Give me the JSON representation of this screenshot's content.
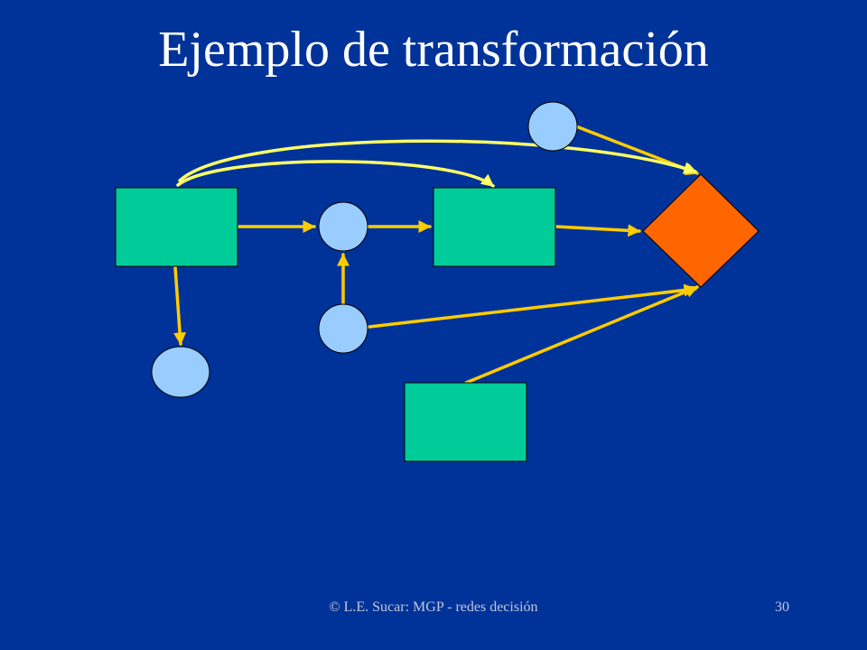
{
  "slide": {
    "title": "Ejemplo de transformación",
    "footer": "© L.E. Sucar: MGP - redes decisión",
    "page_number": "30"
  },
  "colors": {
    "background": "#003399",
    "decision_node": "#00cc99",
    "chance_node": "#99ccff",
    "utility_node": "#ff6600",
    "arc": "#ffcc00",
    "arc_highlight": "#ffff66",
    "node_border": "#000000"
  },
  "diagram": {
    "nodes": [
      {
        "id": "decision-1",
        "kind": "decision"
      },
      {
        "id": "decision-2",
        "kind": "decision"
      },
      {
        "id": "decision-3",
        "kind": "decision"
      },
      {
        "id": "chance-top",
        "kind": "chance"
      },
      {
        "id": "chance-middle",
        "kind": "chance"
      },
      {
        "id": "chance-lower",
        "kind": "chance"
      },
      {
        "id": "chance-bottom-left",
        "kind": "chance"
      },
      {
        "id": "utility",
        "kind": "utility"
      }
    ],
    "arcs": [
      {
        "from": "decision-1",
        "to": "chance-middle"
      },
      {
        "from": "chance-middle",
        "to": "decision-2"
      },
      {
        "from": "decision-2",
        "to": "utility"
      },
      {
        "from": "chance-lower",
        "to": "chance-middle"
      },
      {
        "from": "chance-lower",
        "to": "utility"
      },
      {
        "from": "decision-3",
        "to": "utility"
      },
      {
        "from": "chance-top",
        "to": "utility"
      },
      {
        "from": "decision-1",
        "to": "chance-bottom-left"
      },
      {
        "from": "decision-1",
        "to": "decision-2",
        "curved": true
      },
      {
        "from": "decision-1",
        "to": "utility",
        "curved": true
      }
    ]
  }
}
